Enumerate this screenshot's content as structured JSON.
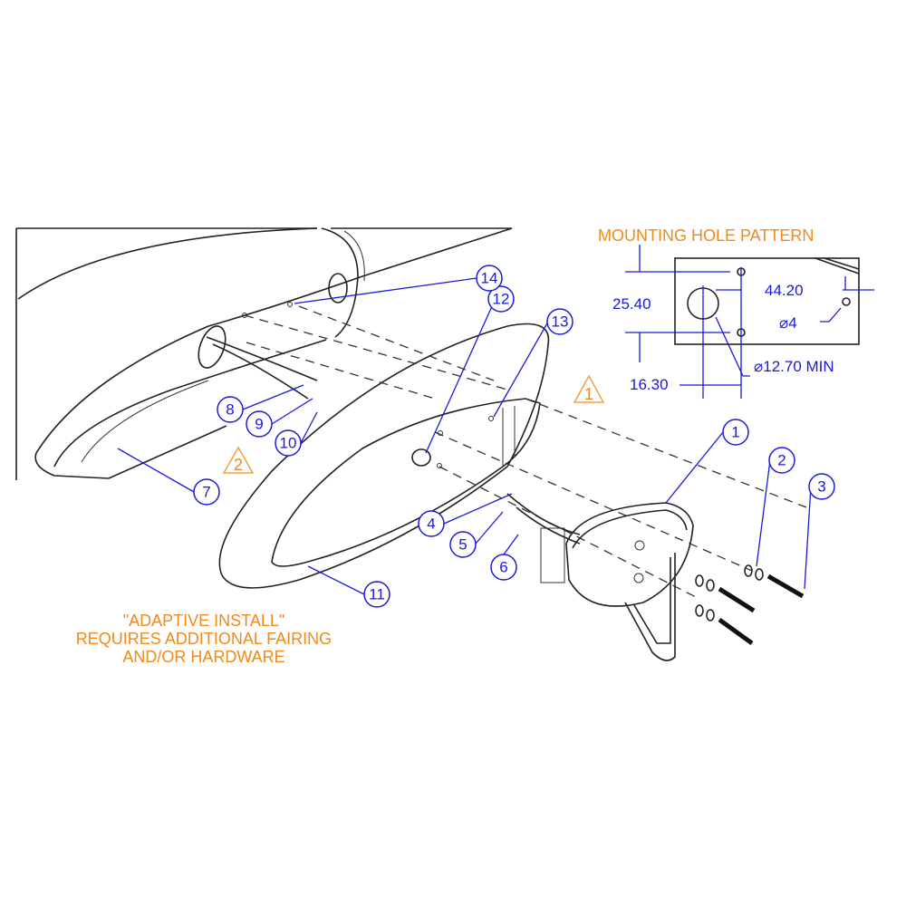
{
  "title": "MOUNTING HOLE PATTERN",
  "dimensions": {
    "height": "25.40",
    "width": "44.20",
    "offset": "16.30",
    "small_hole": "⌀4",
    "large_hole": "⌀12.70 MIN"
  },
  "note": {
    "line1": "\"ADAPTIVE INSTALL\"",
    "line2": "REQUIRES ADDITIONAL FAIRING",
    "line3": "AND/OR HARDWARE"
  },
  "warnings": [
    "1",
    "2"
  ],
  "balloons": [
    "1",
    "2",
    "3",
    "4",
    "5",
    "6",
    "7",
    "8",
    "9",
    "10",
    "11",
    "12",
    "13",
    "14"
  ],
  "colors": {
    "dimension": "#1a1adb",
    "note": "#f08a1e",
    "line": "#222222"
  }
}
